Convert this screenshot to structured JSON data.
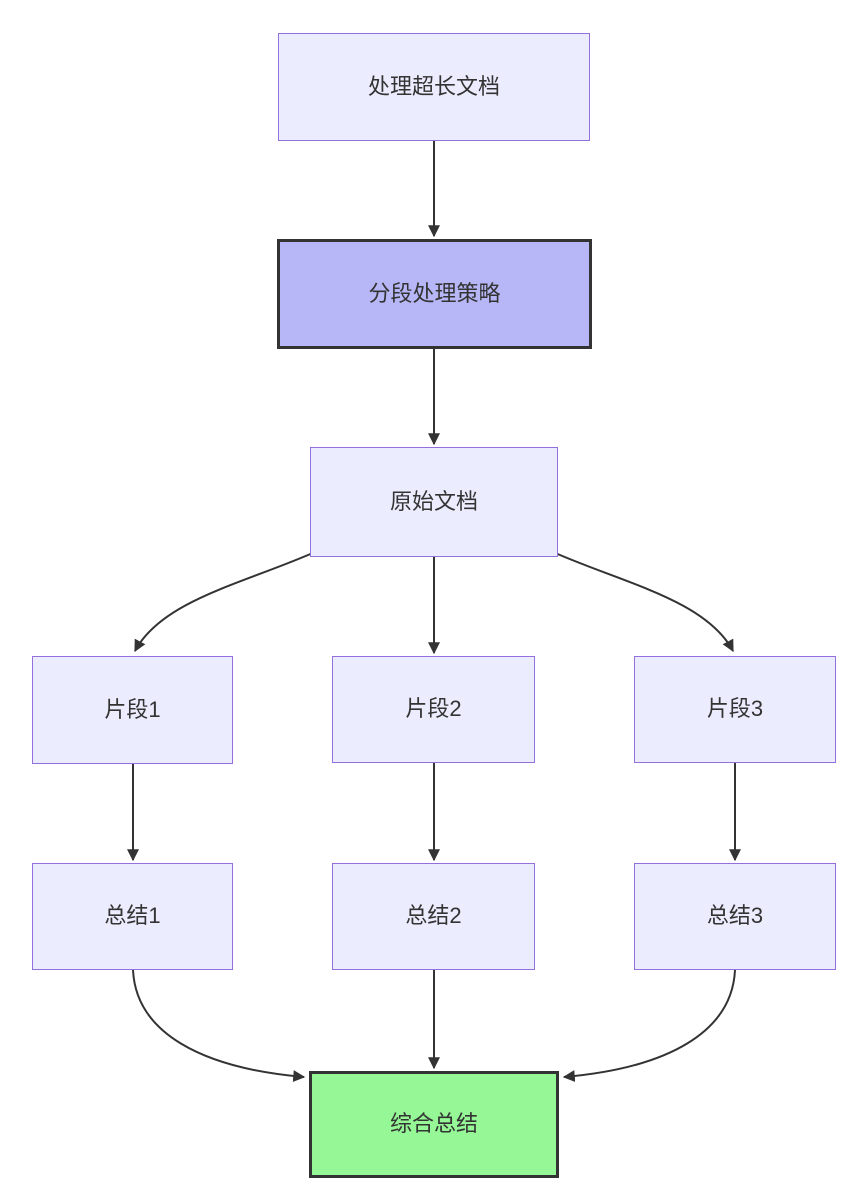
{
  "diagram": {
    "type": "flowchart",
    "direction": "top-down",
    "nodes": {
      "start": {
        "label": "处理超长文档",
        "style": "default"
      },
      "strategy": {
        "label": "分段处理策略",
        "style": "highlight"
      },
      "doc": {
        "label": "原始文档",
        "style": "default"
      },
      "frag1": {
        "label": "片段1",
        "style": "default"
      },
      "frag2": {
        "label": "片段2",
        "style": "default"
      },
      "frag3": {
        "label": "片段3",
        "style": "default"
      },
      "sum1": {
        "label": "总结1",
        "style": "default"
      },
      "sum2": {
        "label": "总结2",
        "style": "default"
      },
      "sum3": {
        "label": "总结3",
        "style": "default"
      },
      "final": {
        "label": "综合总结",
        "style": "success"
      }
    },
    "edges": [
      {
        "from": "start",
        "to": "strategy"
      },
      {
        "from": "strategy",
        "to": "doc"
      },
      {
        "from": "doc",
        "to": "frag1"
      },
      {
        "from": "doc",
        "to": "frag2"
      },
      {
        "from": "doc",
        "to": "frag3"
      },
      {
        "from": "frag1",
        "to": "sum1"
      },
      {
        "from": "frag2",
        "to": "sum2"
      },
      {
        "from": "frag3",
        "to": "sum3"
      },
      {
        "from": "sum1",
        "to": "final"
      },
      {
        "from": "sum2",
        "to": "final"
      },
      {
        "from": "sum3",
        "to": "final"
      }
    ],
    "colors": {
      "node_fill": "#ECECFF",
      "node_border": "#9370DB",
      "highlight_fill": "#b7b7f7",
      "highlight_border": "#333333",
      "success_fill": "#95f795",
      "success_border": "#333333",
      "edge": "#333333",
      "text": "#333333",
      "background": "#ffffff"
    }
  }
}
